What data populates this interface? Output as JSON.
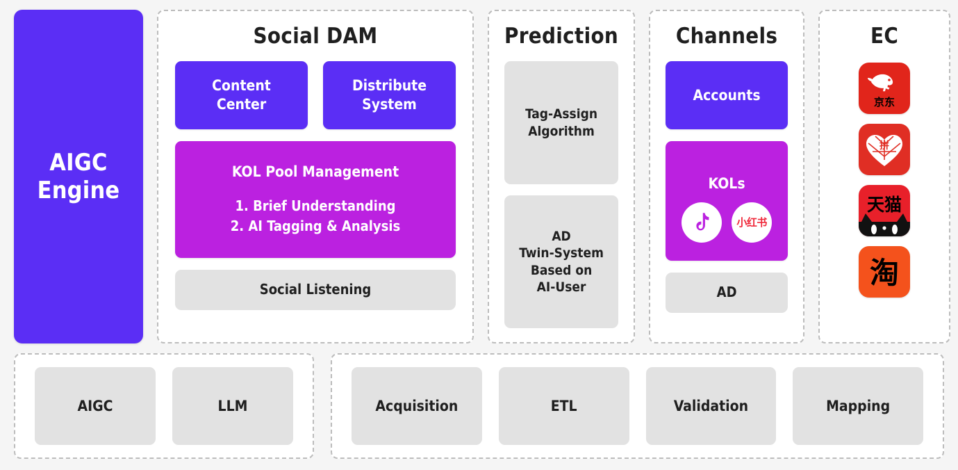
{
  "theme": {
    "page_background": "#f5f5f5",
    "card_background": "#ffffff",
    "accent_blue": "#5B2EF5",
    "accent_magenta": "#BB21E0",
    "neutral_grey": "#e2e2e2",
    "border_dashed": "#bcbcbc",
    "text_dark": "#1f1f1f",
    "text_light": "#ffffff"
  },
  "engine": {
    "label": "AIGC\nEngine"
  },
  "columns": {
    "social_dam": {
      "title": "Social DAM",
      "content_center": "Content\nCenter",
      "distribute_system": "Distribute\nSystem",
      "kol_pool_title": "KOL Pool Management",
      "kol_pool_items": "1. Brief Understanding\n2. AI Tagging & Analysis",
      "social_listening": "Social Listening"
    },
    "prediction": {
      "title": "Prediction",
      "tag_assign": "Tag-Assign\nAlgorithm",
      "ad_twin": "AD\nTwin-System\nBased on\nAI-User"
    },
    "channels": {
      "title": "Channels",
      "accounts": "Accounts",
      "kols_title": "KOLs",
      "kol_logos": [
        {
          "name": "douyin-tiktok-logo",
          "type": "note-glyph",
          "color": "#BB21E0"
        },
        {
          "name": "xiaohongshu-logo",
          "type": "text-glyph",
          "text": "小红书",
          "color": "#ef2a3c"
        }
      ],
      "ad": "AD"
    },
    "ec": {
      "title": "EC",
      "logos": [
        {
          "name": "jd-logo",
          "label": "京东",
          "background": "#e1251b"
        },
        {
          "name": "pinduoduo-logo",
          "label": "拼",
          "background": "#e02e24"
        },
        {
          "name": "tmall-logo",
          "label": "天猫",
          "background": "#e8202a"
        },
        {
          "name": "taobao-logo",
          "label": "淘",
          "background": "#f4521c"
        }
      ]
    }
  },
  "bottom": {
    "left_group": [
      "AIGC",
      "LLM"
    ],
    "right_group": [
      "Acquisition",
      "ETL",
      "Validation",
      "Mapping"
    ]
  }
}
